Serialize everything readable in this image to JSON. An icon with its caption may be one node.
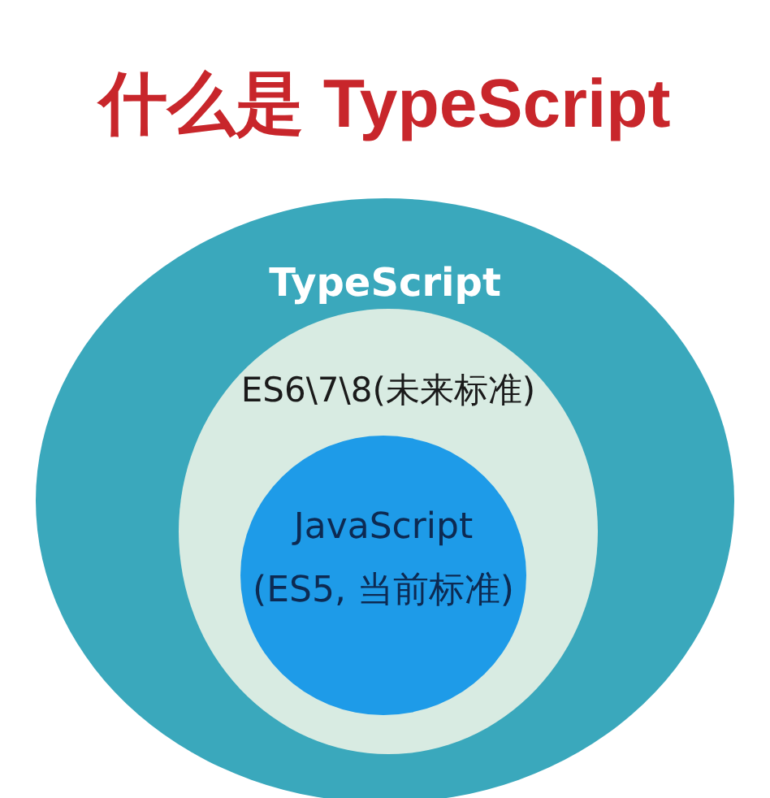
{
  "diagram": {
    "title": "什么是 TypeScript",
    "nodes": [
      {
        "text": [
          "TypeScript"
        ]
      },
      {
        "text": [
          "ES6\\7\\8(未来标准)"
        ],
        "in": 0
      },
      {
        "text": [
          "JavaScript",
          "(ES5, 当前标准)"
        ],
        "in": 1
      }
    ]
  }
}
